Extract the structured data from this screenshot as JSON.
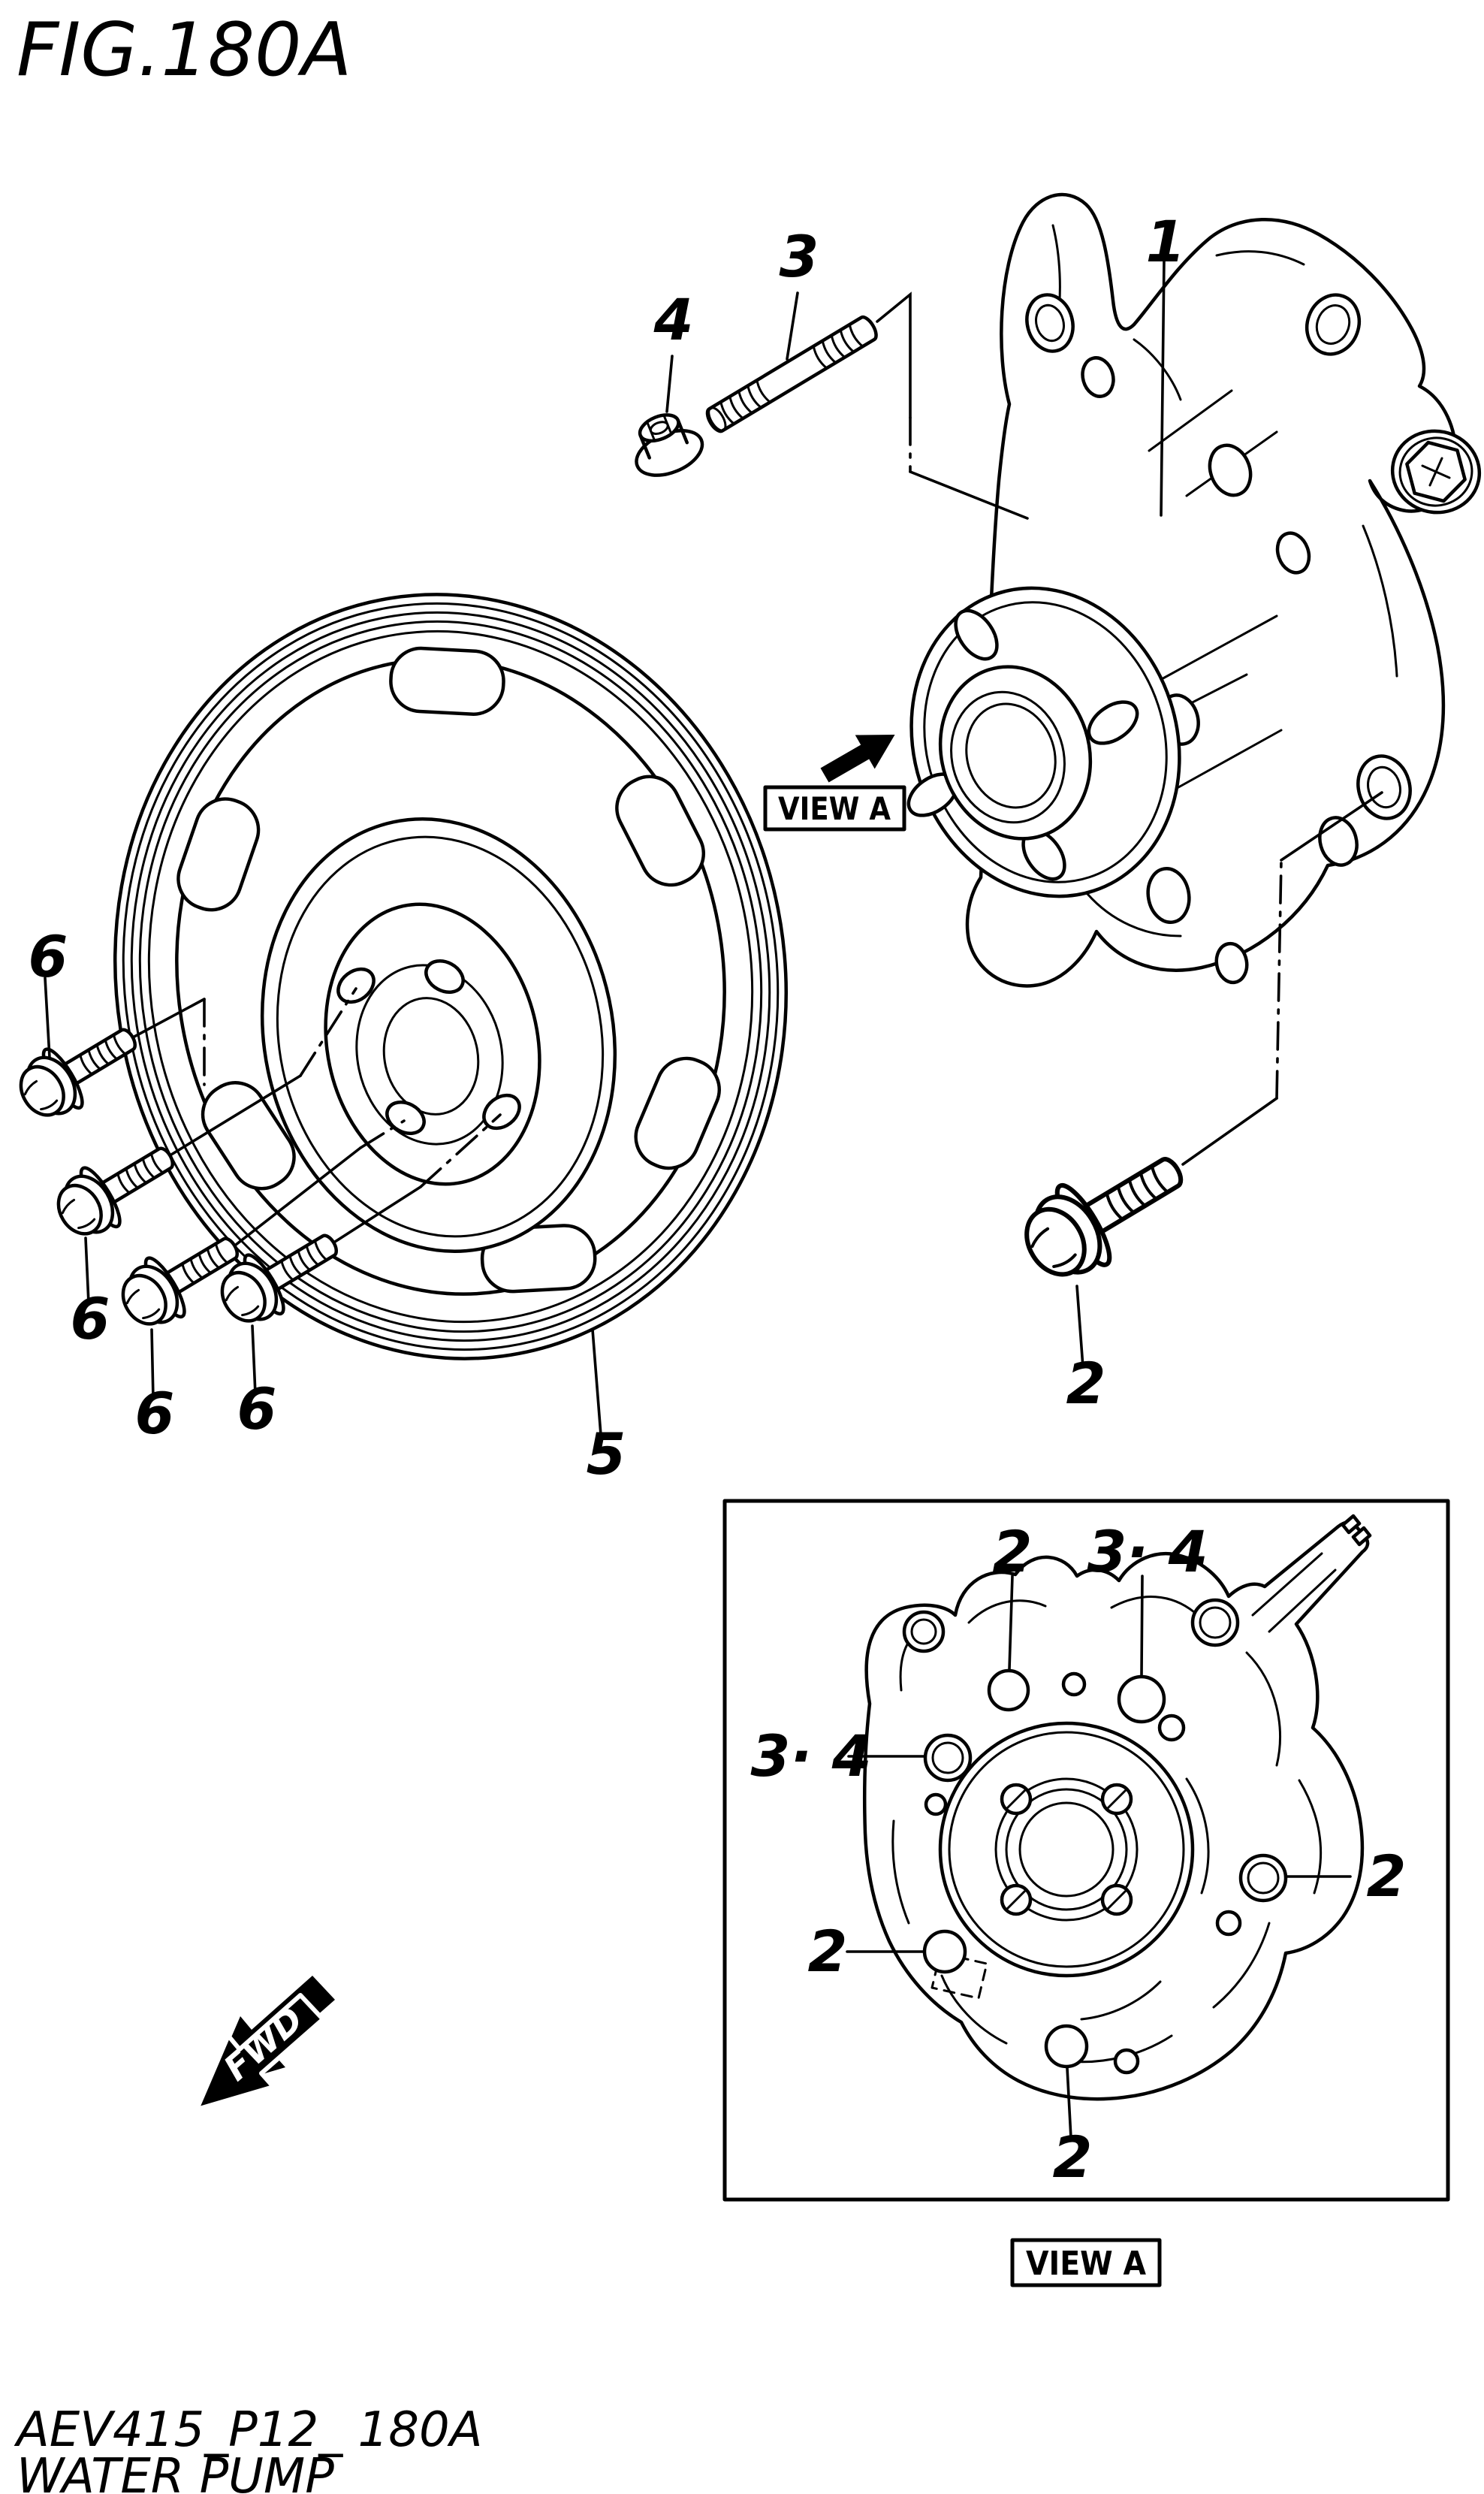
{
  "figure": {
    "title": "FIG.180A",
    "code": "AEV415_P12_ 180A",
    "caption": "WATER PUMP"
  },
  "labels": {
    "view_main": "VIEW A",
    "view_detail": "VIEW A",
    "fwd": "FWD"
  },
  "callouts": {
    "part1": "1",
    "part2": "2",
    "part3": "3",
    "part4": "4",
    "part5": "5",
    "part6": "6",
    "part34": "3· 4"
  }
}
